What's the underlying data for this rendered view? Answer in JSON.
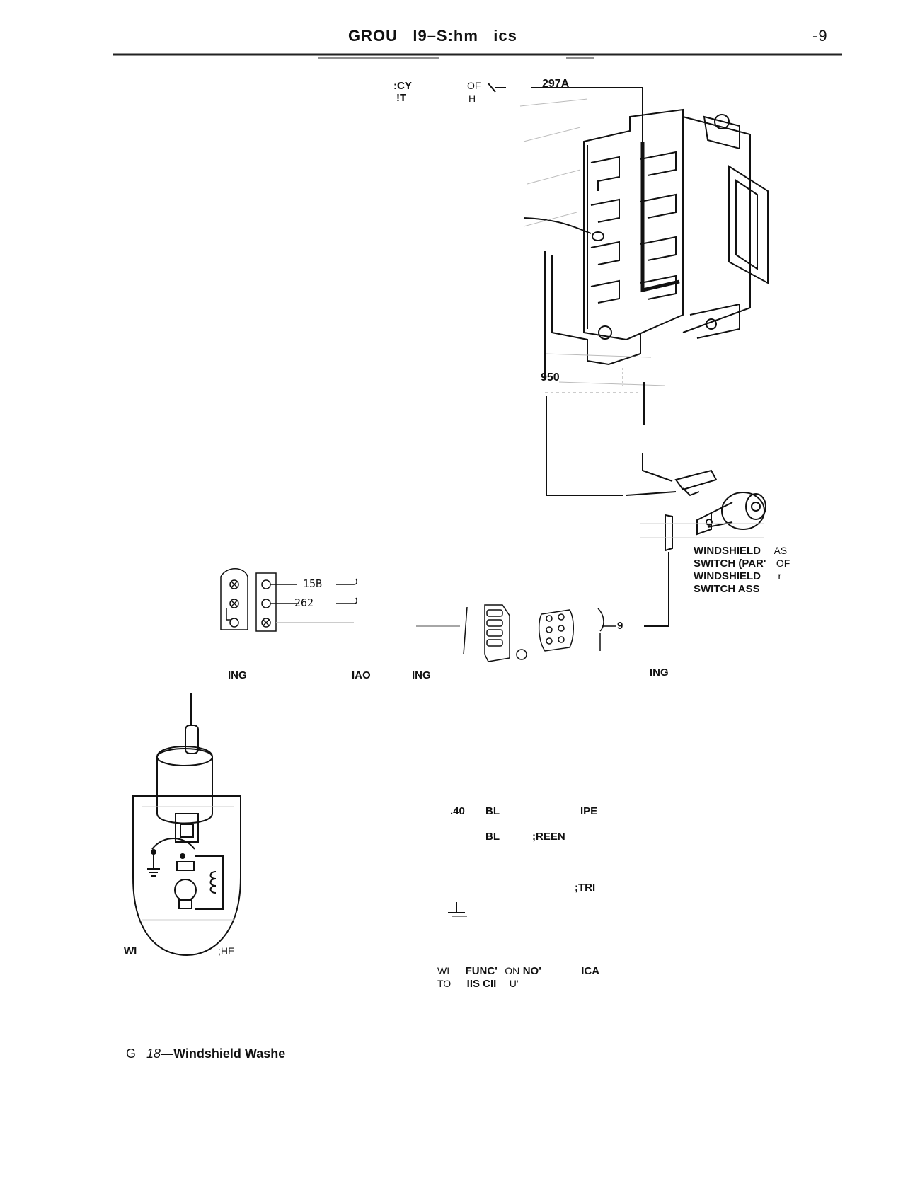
{
  "header": {
    "title_part1": "GROU",
    "title_part2": "l9–S:h",
    "title_part3": "m",
    "title_part4": "ics",
    "page_number": "-9"
  },
  "top_labels": {
    "cy": ":CY",
    "t": "!T",
    "of": "OF",
    "h": "H",
    "wire_297a": "297A"
  },
  "wire_950": "950",
  "switch_labels": {
    "line1": "WINDSHIELD",
    "line1_tail": "AS",
    "line2": "SWITCH (PAR'",
    "line2_tail": "OF",
    "line3": "WINDSHIELD",
    "line3_tail": "r",
    "line4": "SWITCH ASS"
  },
  "terminal_wires": {
    "wire_15b": "15B",
    "wire_262": "262"
  },
  "wire_9": "9",
  "ing_labels": {
    "ing1": "ING",
    "iao": "IAO",
    "ing2": "ING",
    "ing3": "ING"
  },
  "motor_caption": {
    "left": "WI",
    "right": ";HE"
  },
  "legend": {
    "row1_num": ".40",
    "row1_bl": "BL",
    "row1_ipe": "IPE",
    "row2_bl": "BL",
    "row2_green": ";REEN",
    "row3_tri": ";TRI"
  },
  "note": {
    "l1_a": "WI",
    "l1_b": "FUNC'",
    "l1_c": "ON",
    "l1_d": "NO'",
    "l1_e": "ICA",
    "l2_a": "TO",
    "l2_b": "IIS CII",
    "l2_c": "U'"
  },
  "figure_caption": {
    "prefix": "G",
    "number": "18—",
    "title": "Windshield Washe"
  }
}
